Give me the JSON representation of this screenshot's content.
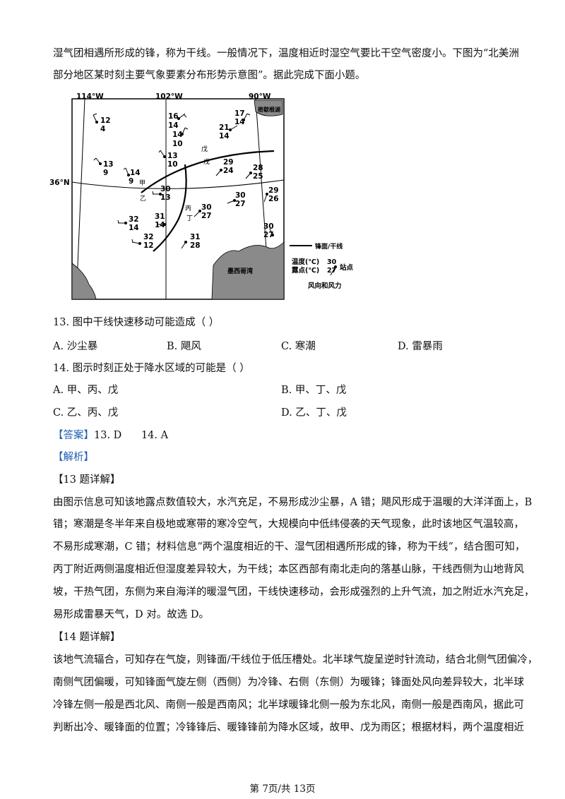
{
  "intro": [
    "湿气团相遇所形成的锋，称为干线。一般情况下，温度相近时湿空气要比干空气密度小。下图为“北美洲",
    "部分地区某时刻主要气象要素分布形势示意图”。据此完成下面小题。"
  ],
  "map": {
    "lon_labels": [
      "114°W",
      "102°W",
      "90°W"
    ],
    "lat_label": "36°N",
    "region_labels": [
      "密歇根湖",
      "墨西哥湾"
    ],
    "points": [
      {
        "name": "甲"
      },
      {
        "name": "乙"
      },
      {
        "name": "丙"
      },
      {
        "name": "丁"
      },
      {
        "name": "戊"
      },
      {
        "name": "戊"
      }
    ],
    "stations": [
      {
        "t": "12",
        "d": "4"
      },
      {
        "t": "16",
        "d": "14"
      },
      {
        "t": "14",
        "d": "10"
      },
      {
        "t": "17",
        "d": "14"
      },
      {
        "t": "21",
        "d": "14"
      },
      {
        "t": "13",
        "d": "9"
      },
      {
        "t": "14",
        "d": "9"
      },
      {
        "t": "13",
        "d": "10"
      },
      {
        "t": "29",
        "d": "24"
      },
      {
        "t": "28",
        "d": "25"
      },
      {
        "t": "30",
        "d": "13"
      },
      {
        "t": "30",
        "d": "27"
      },
      {
        "t": "29",
        "d": "26"
      },
      {
        "t": "30",
        "d": "27"
      },
      {
        "t": "32",
        "d": "14"
      },
      {
        "t": "31",
        "d": "14"
      },
      {
        "t": "32",
        "d": "12"
      },
      {
        "t": "31",
        "d": "28"
      },
      {
        "t": "30",
        "d": "27"
      }
    ],
    "legend": {
      "front_label": "锋面/干线",
      "temp_label": "温度(℃)",
      "dew_label": "露点(℃)",
      "temp_value": "30",
      "dew_value": "27",
      "station_label": "站点",
      "wind_label": "风向和风力"
    }
  },
  "q13": {
    "stem": "13. 图中干线快速移动可能造成（     ）",
    "options": [
      "A. 沙尘暴",
      "B. 飓风",
      "C. 寒潮",
      "D. 雷暴雨"
    ]
  },
  "q14": {
    "stem": "14. 图示时刻正处于降水区域的可能是（     ）",
    "options": [
      "A. 甲、丙、戊",
      "B. 甲、丁、戊",
      "C. 乙、丙、戊",
      "D. 乙、丁、戊"
    ]
  },
  "answer": {
    "tag": "【答案】",
    "text": "13. D      14. A"
  },
  "analysis_tag": "【解析】",
  "d13_title": "【13 题详解】",
  "d13": [
    "由图示信息可知该地露点数值较大，水汽充足，不易形成沙尘暴，A 错；飓风形成于温暖的大洋洋面上，B",
    "错；寒潮是冬半年来自极地或寒带的寒冷空气，大规模向中低纬侵袭的天气现象，此时该地区气温较高，",
    "不易形成寒潮，C 错；材料信息“两个温度相近的干、湿气团相遇所形成的锋，称为干线”，结合图可知，",
    "丙丁附近两侧温度相近但湿度差异较大，为干线；本区西部有南北走向的落基山脉，干线西侧为山地背风",
    "坡，干热气团，东侧为来自海洋的暖湿气团，干线快速移动，会形成强烈的上升气流，加之附近水汽充足，",
    "易形成雷暴天气，D 对。故选 D。"
  ],
  "d14_title": "【14 题详解】",
  "d14": [
    "该地气流辐合，可知存在气旋，则锋面/干线位于低压槽处。北半球气旋呈逆时针流动，结合北侧气团偏冷，",
    "南侧气团偏暖，可知锋面气旋左侧（西侧）为冷锋、右侧（东侧）为暖锋；锋面处风向差异较大，北半球",
    "冷锋左侧一般是西北风、南侧一般是西南风；北半球暖锋北侧一般为东北风，南侧一般是西南风，据此可",
    "判断出冷、暖锋面的位置；冷锋锋后、暖锋锋前为降水区域，故甲、戊为雨区；根据材料，两个温度相近"
  ],
  "footer": "第 7页/共 13页"
}
